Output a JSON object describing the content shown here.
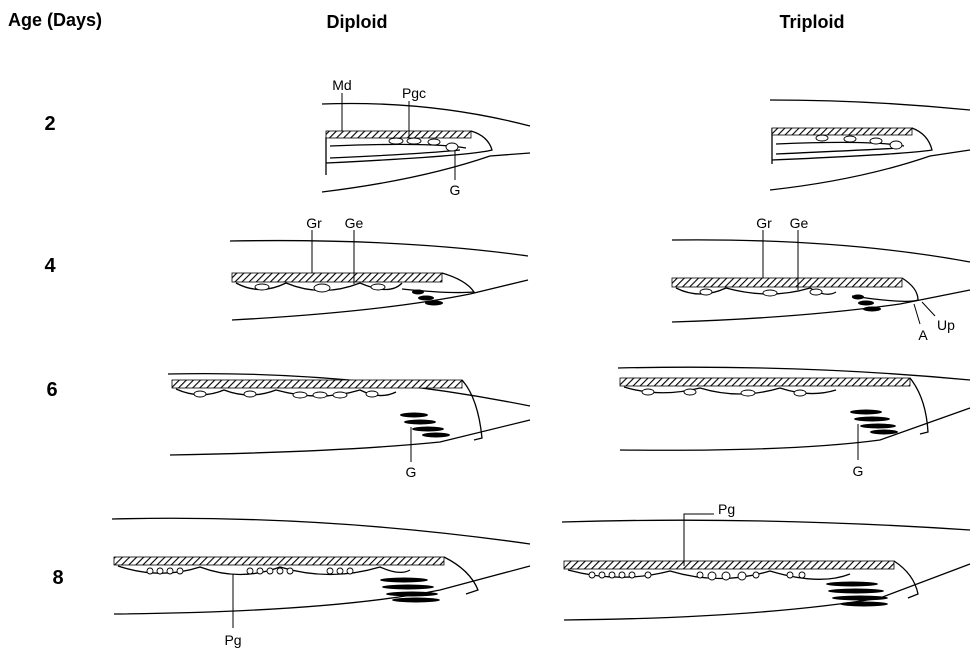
{
  "headers": {
    "age": "Age (Days)",
    "diploid": "Diploid",
    "triploid": "Triploid"
  },
  "ages": [
    "2",
    "4",
    "6",
    "8"
  ],
  "labels": {
    "md": "Md",
    "pgc": "Pgc",
    "g": "G",
    "gr": "Gr",
    "ge": "Ge",
    "a": "A",
    "up": "Up",
    "pg": "Pg"
  }
}
